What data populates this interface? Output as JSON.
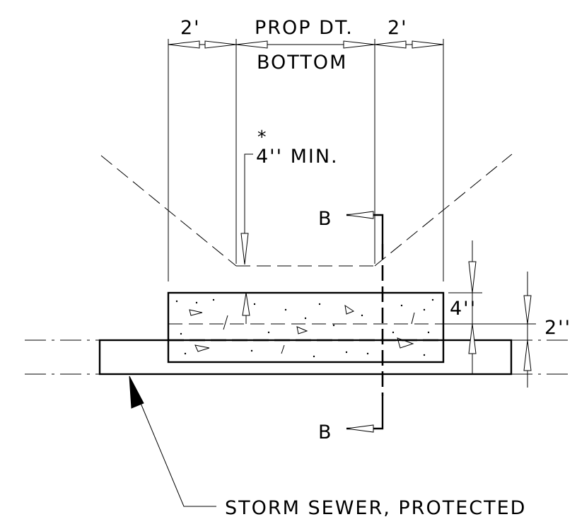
{
  "labels": {
    "dim_left": "2'",
    "dim_right": "2'",
    "prop_line1": "PROP DT.",
    "prop_line2": "BOTTOM",
    "asterisk": "*",
    "min_depth": "4'' MIN.",
    "section_top": "B",
    "section_bottom": "B",
    "slab_thickness": "4''",
    "pipe_offset": "2''",
    "callout": "STORM SEWER, PROTECTED"
  }
}
